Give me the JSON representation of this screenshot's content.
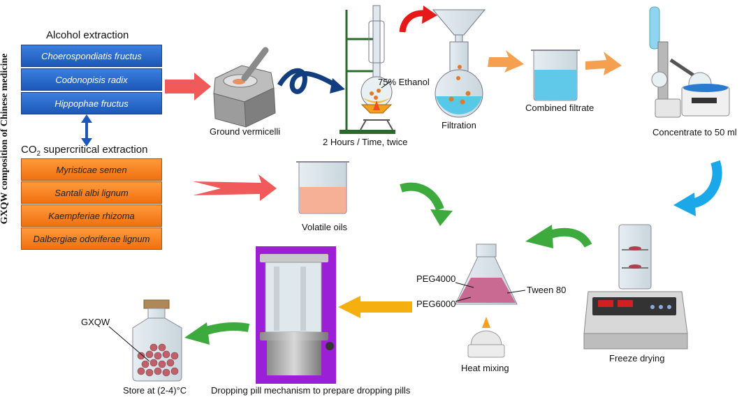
{
  "vertical_title": "GXQW composition of Chinese medicine",
  "alcohol": {
    "header": "Alcohol extraction",
    "herbs": [
      "Choerospondiatis fructus",
      "Codonopisis radix",
      "Hippophae fructus"
    ]
  },
  "co2": {
    "header_prefix": "CO",
    "header_sub": "2",
    "header_suffix": " supercritical extraction",
    "herbs": [
      "Myristicae semen",
      "Santali albi lignum",
      "Kaempferiae rhizoma",
      "Dalbergiae odoriferae lignum"
    ]
  },
  "steps": {
    "ground": "Ground vermicelli",
    "ethanol": "75% Ethanol",
    "reflux_time": "2 Hours / Time, twice",
    "filtration": "Filtration",
    "combined": "Combined filtrate",
    "concentrate": "Concentrate to 50 ml",
    "volatile": "Volatile oils",
    "freeze": "Freeze drying",
    "heat": "Heat mixing",
    "peg4000": "PEG4000",
    "peg6000": "PEG6000",
    "tween": "Tween 80",
    "dropping": "Dropping pill mechanism to prepare dropping pills",
    "gxqw": "GXQW",
    "store": "Store at (2-4)°C"
  },
  "colors": {
    "blue_box": "#2a6ad0",
    "orange_box": "#f5801e",
    "red_arrow": "#f05050",
    "orange_arrow": "#f5a050",
    "green_arrow": "#3caa3c",
    "cyan_arrow": "#1aa8e8",
    "dropping_bg": "#9b1fd6"
  }
}
